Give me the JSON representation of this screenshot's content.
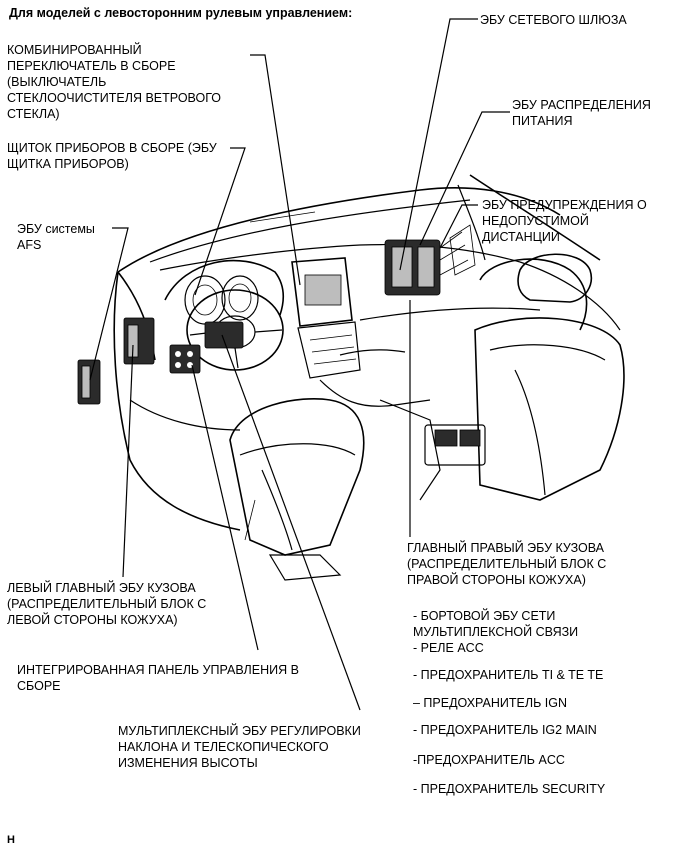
{
  "title": "Для моделей с левосторонним рулевым управлением:",
  "labels": {
    "gateway_ecu": "ЭБУ СЕТЕВОГО ШЛЮЗА",
    "combination_switch": "КОМБИНИРОВАННЫЙ\nПЕРЕКЛЮЧАТЕЛЬ В СБОРЕ\n(ВЫКЛЮЧАТЕЛЬ\nСТЕКЛООЧИСТИТЕЛЯ ВЕТРОВОГО\nСТЕКЛА)",
    "power_distribution_ecu": "ЭБУ РАСПРЕДЕЛЕНИЯ\nПИТАНИЯ",
    "combination_meter": "ЩИТОК ПРИБОРОВ В СБОРЕ (ЭБУ\nЩИТКА ПРИБОРОВ)",
    "distance_warning_ecu": "ЭБУ ПРЕДУПРЕЖДЕНИЯ О\nНЕДОПУСТИМОЙ\nДИСТАНЦИИ",
    "afs_ecu": "ЭБУ системы\nAFS",
    "main_body_ecu_right": "ГЛАВНЫЙ ПРАВЫЙ ЭБУ КУЗОВА\n(РАСПРЕДЕЛИТЕЛЬНЫЙ БЛОК С\nПРАВОЙ СТОРОНЫ КОЖУХА)",
    "main_body_ecu_left": "ЛЕВЫЙ ГЛАВНЫЙ ЭБУ КУЗОВА\n(РАСПРЕДЕЛИТЕЛЬНЫЙ БЛОК С\nЛЕВОЙ СТОРОНЫ КОЖУХА)",
    "integration_panel": "ИНТЕГРИРОВАННАЯ ПАНЕЛЬ УПРАВЛЕНИЯ В\nСБОРЕ",
    "tilt_telescopic_ecu": "МУЛЬТИПЛЕКСНЫЙ ЭБУ РЕГУЛИРОВКИ\nНАКЛОНА И ТЕЛЕСКОПИЧЕСКОГО\nИЗМЕНЕНИЯ ВЫСОТЫ"
  },
  "right_list": [
    "- БОРТОВОЙ ЭБУ СЕТИ\nМУЛЬТИПЛЕКСНОЙ СВЯЗИ",
    "- РЕЛЕ ACC",
    "- ПРЕДОХРАНИТЕЛЬ TI & TE TE",
    "– ПРЕДОХРАНИТЕЛЬ IGN",
    "- ПРЕДОХРАНИТЕЛЬ IG2 MAIN",
    "-ПРЕДОХРАНИТЕЛЬ ACC",
    "- ПРЕДОХРАНИТЕЛЬ SECURITY"
  ],
  "footer_code": "H"
}
